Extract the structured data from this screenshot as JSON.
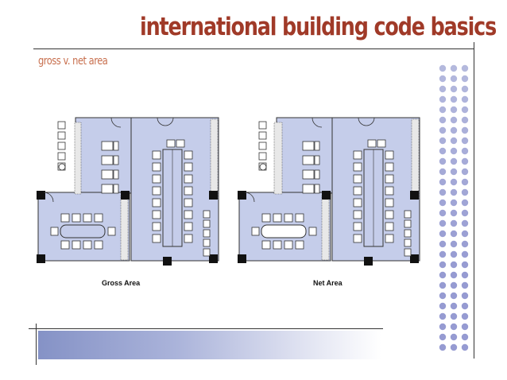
{
  "header": {
    "title": "international building code basics",
    "subtitle": "gross v. net area"
  },
  "plans": [
    {
      "label": "Gross Area"
    },
    {
      "label": "Net Area"
    }
  ],
  "colors": {
    "title": "#a03a28",
    "subtitle": "#c8704f",
    "floor": "#c5cdea",
    "dots": "#c9cce4",
    "gradient_start": "#8592c6"
  }
}
